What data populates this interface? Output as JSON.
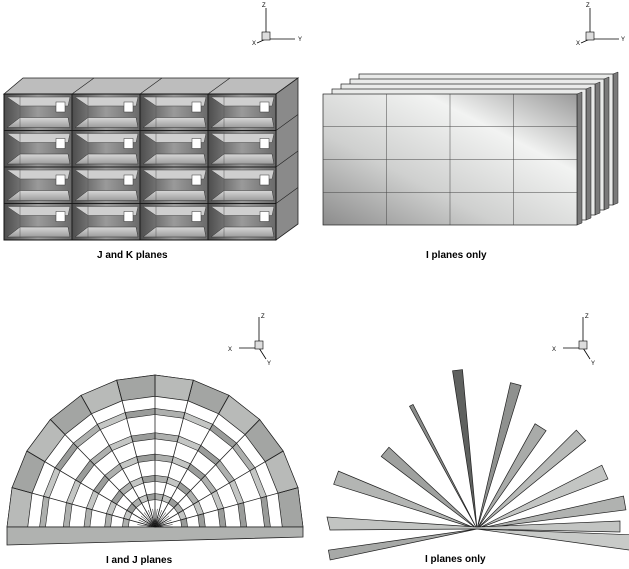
{
  "panels": [
    {
      "id": "panel-jk",
      "caption": "J and K planes",
      "view": "box",
      "axes": {
        "z": "Z",
        "x": "X",
        "y": "Y"
      }
    },
    {
      "id": "panel-i-box",
      "caption": "I planes only",
      "view": "slabs",
      "axes": {
        "z": "Z",
        "x": "X",
        "y": "Y"
      }
    },
    {
      "id": "panel-ij",
      "caption": "I and J planes",
      "view": "half-annulus",
      "axes": {
        "z": "Z",
        "x": "X",
        "y": "Y"
      }
    },
    {
      "id": "panel-i-fan",
      "caption": "I planes only",
      "view": "fan",
      "axes": {
        "z": "Z",
        "x": "X",
        "y": "Y"
      }
    }
  ],
  "colors": {
    "dark": "#5a5a5a",
    "mid": "#8f8f8f",
    "light": "#c4c6c4",
    "pale": "#e2e4e2",
    "edge": "#1a1a1a"
  }
}
